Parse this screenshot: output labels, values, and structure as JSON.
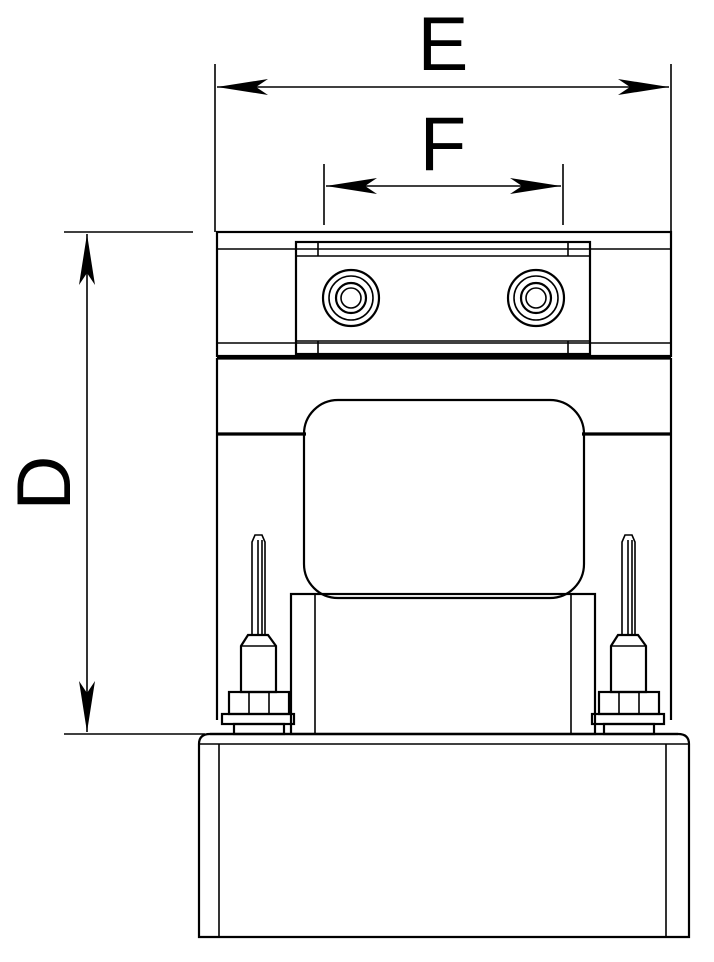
{
  "dimensions": {
    "overall_width_label": "E",
    "mount_spacing_label": "F",
    "height_label": "D"
  },
  "colors": {
    "line": "#000000",
    "background": "#ffffff"
  }
}
